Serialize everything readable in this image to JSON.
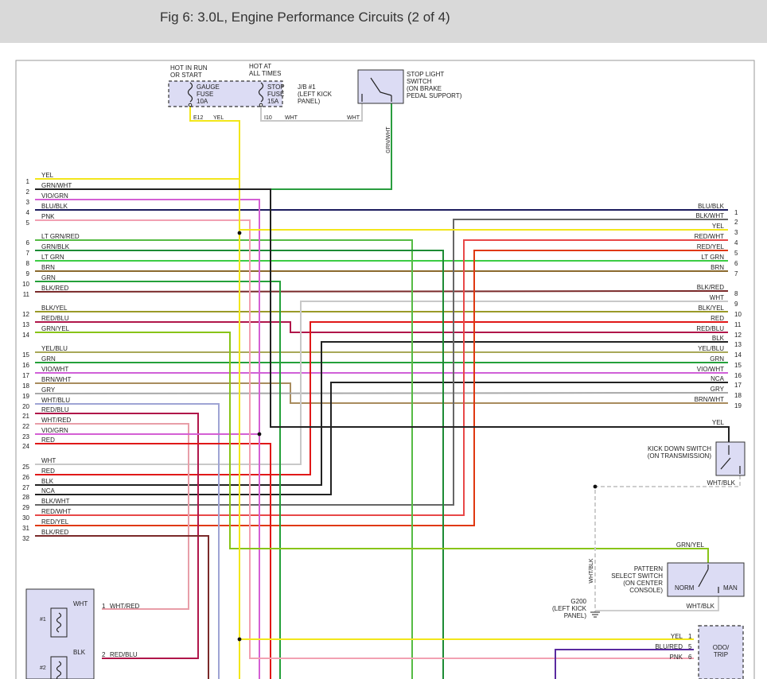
{
  "title": "Fig 6: 3.0L, Engine Performance Circuits (2 of 4)",
  "colors": {
    "YEL": "#f2e61a",
    "GRN/WHT": "#2a9d3f",
    "VIO/GRN": "#d45fd4",
    "BLU/BLK": "#1c1c5e",
    "PNK": "#f2a0b2",
    "LT GRN/RED": "#55bb44",
    "GRN/BLK": "#1d8b35",
    "LT GRN": "#3ccc44",
    "BRN": "#8b6a2e",
    "GRN": "#24a03a",
    "BLK/RED": "#7a2a2a",
    "BLK/YEL": "#9a9a28",
    "RED/BLU": "#b0164a",
    "GRN/YEL": "#88c418",
    "YEL/BLU": "#a8a858",
    "VIO/WHT": "#d060d8",
    "BRN/WHT": "#a88c5e",
    "GRY": "#a8a8a8",
    "WHT/BLU": "#9fa4d4",
    "RED": "#e01818",
    "WHT/RED": "#e89ea8",
    "BLK": "#222222",
    "NCA": "#222222",
    "BLK/WHT": "#666666",
    "RED/WHT": "#e84848",
    "RED/YEL": "#e03810",
    "WHT": "#c8c8c8",
    "WHT/BLK": "#c8c8c8",
    "box_fill": "#dcdcf4"
  },
  "fuses": {
    "gauge": {
      "hot_label": [
        "HOT IN RUN",
        "OR START"
      ],
      "name": [
        "GAUGE",
        "FUSE",
        "10A"
      ],
      "out_pin": "E12",
      "out_color": "YEL"
    },
    "stop": {
      "hot_label": [
        "HOT AT",
        "ALL TIMES"
      ],
      "name": [
        "STOP",
        "FUSE",
        "15A"
      ],
      "out_pin": "I10",
      "out_color": "WHT"
    },
    "jb_label": [
      "J/B #1",
      "(LEFT KICK",
      "PANEL)"
    ]
  },
  "stop_light_switch": {
    "label": [
      "STOP LIGHT",
      "SWITCH",
      "(ON BRAKE",
      "PEDAL SUPPORT)"
    ],
    "in_wire": "WHT",
    "out_wire": "GRN/WHT"
  },
  "left_pins": [
    {
      "n": "1",
      "c": "YEL"
    },
    {
      "n": "2",
      "c": "GRN/WHT"
    },
    {
      "n": "3",
      "c": "VIO/GRN"
    },
    {
      "n": "4",
      "c": "BLU/BLK"
    },
    {
      "n": "5",
      "c": "PNK"
    },
    {
      "n": "6",
      "c": "LT GRN/RED"
    },
    {
      "n": "7",
      "c": "GRN/BLK"
    },
    {
      "n": "8",
      "c": "LT GRN"
    },
    {
      "n": "9",
      "c": "BRN"
    },
    {
      "n": "10",
      "c": "GRN"
    },
    {
      "n": "11",
      "c": "BLK/RED"
    },
    {
      "n": "12",
      "c": "BLK/YEL"
    },
    {
      "n": "13",
      "c": "RED/BLU"
    },
    {
      "n": "14",
      "c": "GRN/YEL"
    },
    {
      "n": "15",
      "c": "YEL/BLU"
    },
    {
      "n": "16",
      "c": "GRN"
    },
    {
      "n": "17",
      "c": "VIO/WHT"
    },
    {
      "n": "18",
      "c": "BRN/WHT"
    },
    {
      "n": "19",
      "c": "GRY"
    },
    {
      "n": "20",
      "c": "WHT/BLU"
    },
    {
      "n": "21",
      "c": "RED/BLU"
    },
    {
      "n": "22",
      "c": "WHT/RED"
    },
    {
      "n": "23",
      "c": "VIO/GRN"
    },
    {
      "n": "24",
      "c": "RED"
    },
    {
      "n": "25",
      "c": "WHT"
    },
    {
      "n": "26",
      "c": "RED"
    },
    {
      "n": "27",
      "c": "BLK"
    },
    {
      "n": "28",
      "c": "NCA"
    },
    {
      "n": "29",
      "c": "BLK/WHT"
    },
    {
      "n": "30",
      "c": "RED/WHT"
    },
    {
      "n": "31",
      "c": "RED/YEL"
    },
    {
      "n": "32",
      "c": "BLK/RED"
    }
  ],
  "right_pins": [
    {
      "n": "1",
      "c": "BLU/BLK"
    },
    {
      "n": "2",
      "c": "BLK/WHT"
    },
    {
      "n": "3",
      "c": "YEL"
    },
    {
      "n": "4",
      "c": "RED/WHT"
    },
    {
      "n": "5",
      "c": "RED/YEL"
    },
    {
      "n": "6",
      "c": "LT GRN"
    },
    {
      "n": "7",
      "c": "BRN"
    },
    {
      "n": "8",
      "c": "BLK/RED"
    },
    {
      "n": "9",
      "c": "WHT"
    },
    {
      "n": "10",
      "c": "BLK/YEL"
    },
    {
      "n": "11",
      "c": "RED"
    },
    {
      "n": "12",
      "c": "RED/BLU"
    },
    {
      "n": "13",
      "c": "BLK"
    },
    {
      "n": "14",
      "c": "YEL/BLU"
    },
    {
      "n": "15",
      "c": "GRN"
    },
    {
      "n": "16",
      "c": "VIO/WHT"
    },
    {
      "n": "17",
      "c": "NCA"
    },
    {
      "n": "18",
      "c": "GRY"
    },
    {
      "n": "19",
      "c": "BRN/WHT"
    }
  ],
  "kick_down_switch": {
    "label": [
      "KICK DOWN SWITCH",
      "(ON TRANSMISSION)"
    ],
    "in_wire": "YEL",
    "out_wire": "WHT/BLK"
  },
  "pattern_select_switch": {
    "label": [
      "PATTERN",
      "SELECT SWITCH",
      "(ON CENTER",
      "CONSOLE)"
    ],
    "norm": "NORM",
    "man": "MAN",
    "in_wire": "GRN/YEL",
    "out_wire": "WHT/BLK"
  },
  "ground": {
    "label": [
      "G200",
      "(LEFT KICK",
      "PANEL)"
    ],
    "wire": "WHT/BLK"
  },
  "odo_trip": {
    "label": [
      "ODO/",
      "TRIP"
    ],
    "pins": [
      {
        "c": "YEL",
        "n": "1"
      },
      {
        "c": "BLU/RED",
        "n": "5"
      },
      {
        "c": "PNK",
        "n": "6"
      }
    ]
  },
  "solenoids": [
    {
      "name": "#1",
      "wire_in": "WHT",
      "pin": "1",
      "wire_out": "WHT/RED"
    },
    {
      "name": "#2",
      "wire_in": "BLK",
      "pin": "2",
      "wire_out": "RED/BLU"
    }
  ]
}
